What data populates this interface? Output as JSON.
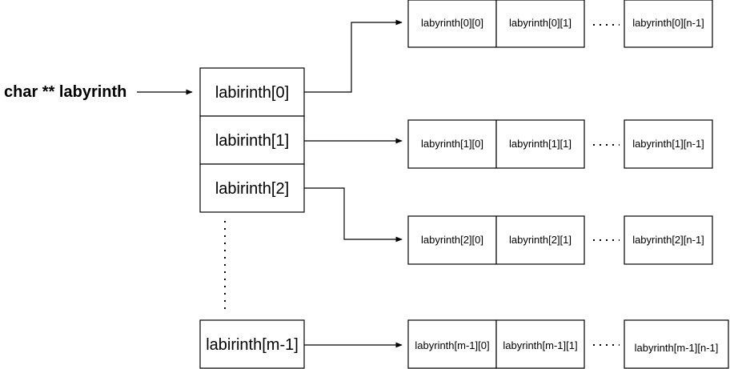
{
  "variable_label": "char ** labyrinth",
  "pointer_array": [
    "labirinth[0]",
    "labirinth[1]",
    "labirinth[2]",
    "labirinth[m-1]"
  ],
  "rows": [
    {
      "first": "labyrinth[0][0]",
      "second": "labyrinth[0][1]",
      "last": "labyrinth[0][n-1]"
    },
    {
      "first": "labyrinth[1][0]",
      "second": "labyrinth[1][1]",
      "last": "labyrinth[1][n-1]"
    },
    {
      "first": "labyrinth[2][0]",
      "second": "labyrinth[2][1]",
      "last": "labyrinth[2][n-1]"
    },
    {
      "first": "labyrinth[m-1][0]",
      "second": "labyrinth[m-1][1]",
      "last": "labyrinth[m-1][n-1]"
    }
  ]
}
